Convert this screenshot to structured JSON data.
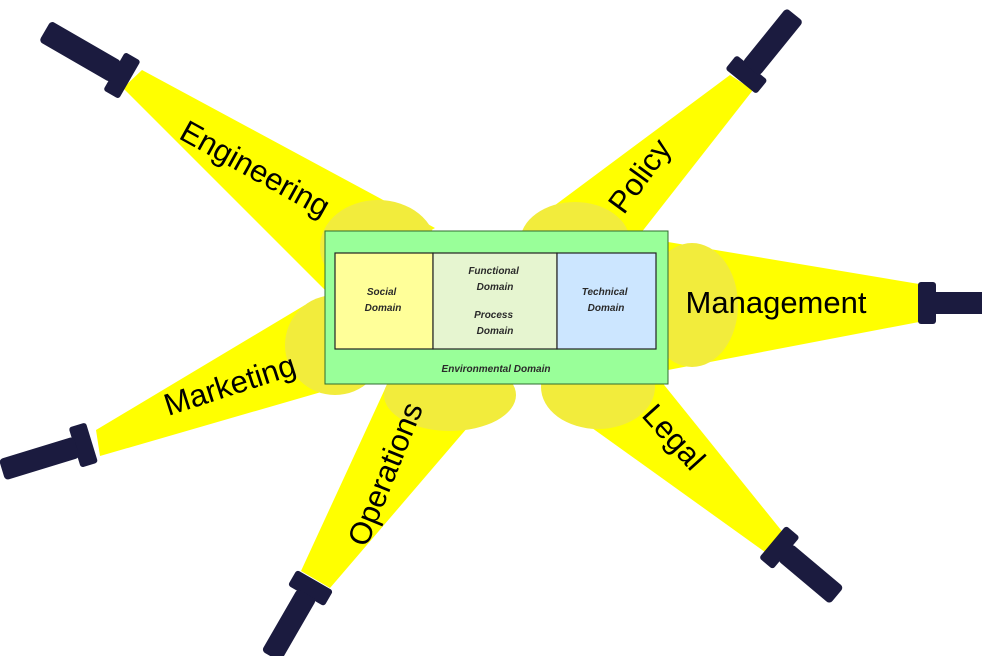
{
  "spotlights": [
    {
      "id": "engineering",
      "label": "Engineering"
    },
    {
      "id": "policy",
      "label": "Policy"
    },
    {
      "id": "management",
      "label": "Management"
    },
    {
      "id": "legal",
      "label": "Legal"
    },
    {
      "id": "operations",
      "label": "Operations"
    },
    {
      "id": "marketing",
      "label": "Marketing"
    }
  ],
  "domains": {
    "social": [
      "Social",
      "Domain"
    ],
    "functional": [
      "Functional",
      "Domain"
    ],
    "process": [
      "Process",
      "Domain"
    ],
    "technical": [
      "Technical",
      "Domain"
    ],
    "environmental": "Environmental Domain"
  },
  "colors": {
    "beam": "#ffff00",
    "beam_glow": "#f3ee4a",
    "flashlight": "#1b1b3f",
    "environment_box": "#99ff99",
    "social_box": "#ffff99",
    "functional_box": "#e6f5d0",
    "technical_box": "#cce6ff"
  }
}
